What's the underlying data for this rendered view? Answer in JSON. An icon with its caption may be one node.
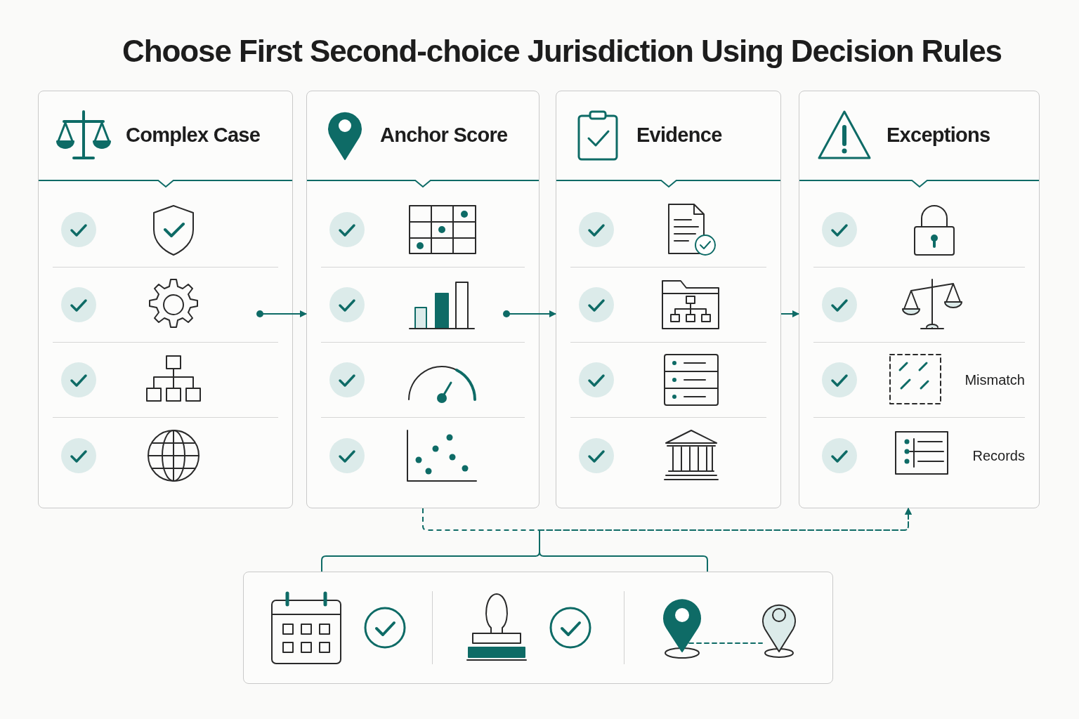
{
  "diagram": {
    "title": "Choose First Second-choice Jurisdiction Using Decision Rules",
    "nodes": [
      {
        "text": [
          "Complex Case"
        ]
      },
      {
        "text": [
          "Anchor Score"
        ]
      },
      {
        "text": [
          "Evidence"
        ]
      },
      {
        "text": [
          "Exceptions"
        ]
      },
      {
        "text": [],
        "shape": "box"
      }
    ],
    "edges": [
      {
        "from": 0,
        "to": 1,
        "arrow": "to"
      },
      {
        "from": 1,
        "to": 2,
        "arrow": "to"
      },
      {
        "from": 2,
        "to": 3,
        "arrow": "to"
      },
      {
        "from": 1,
        "to": 3,
        "arrow": "to",
        "style": "dashed"
      },
      {
        "from": 4,
        "to": 3,
        "arrow": "to"
      }
    ],
    "labels": [
      "Mismatch",
      "Records"
    ]
  }
}
